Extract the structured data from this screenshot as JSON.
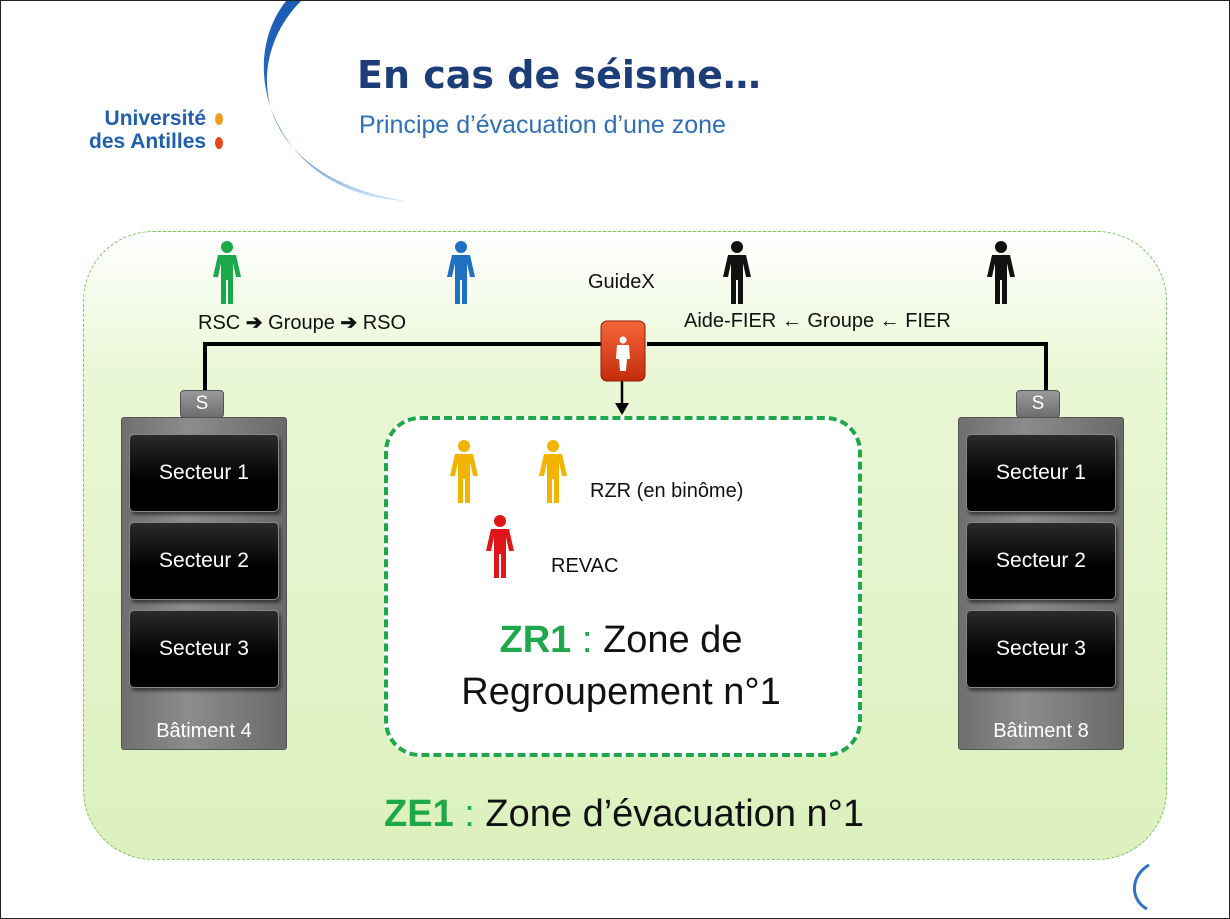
{
  "header": {
    "logo_line1": "Université",
    "logo_line2": "des Antilles",
    "title": "En cas de séisme…",
    "subtitle": "Principe d’évacuation d’une zone"
  },
  "colors": {
    "title": "#1c3d78",
    "subtitle": "#2f6fb7",
    "zone_green": "#1ea84a",
    "rsc": "#1aa84b",
    "rso": "#1f6fc2",
    "guide": "#111111",
    "rzr": "#f2b400",
    "revac": "#e0161b",
    "guide_box": "#e03a12"
  },
  "roles": {
    "guide": "GuideX",
    "rzr": "RZR (en binôme)",
    "revac": "REVAC"
  },
  "flow_left": {
    "a": "RSC",
    "b": "Groupe",
    "c": "RSO",
    "arrow": "➔"
  },
  "flow_right": {
    "a": "Aide-FIER",
    "b": "Groupe",
    "c": "FIER",
    "arrow": "🡐"
  },
  "buildings": [
    {
      "name": "Bâtiment 4",
      "stair": "S",
      "sectors": [
        "Secteur 1",
        "Secteur 2",
        "Secteur 3"
      ]
    },
    {
      "name": "Bâtiment 8",
      "stair": "S",
      "sectors": [
        "Secteur 1",
        "Secteur 2",
        "Secteur 3"
      ]
    }
  ],
  "zr": {
    "code": "ZR1",
    "sep": ":",
    "line1": "Zone de",
    "line2": "Regroupement n°1"
  },
  "ze": {
    "code": "ZE1",
    "sep": ":",
    "text": "Zone d’évacuation n°1"
  }
}
